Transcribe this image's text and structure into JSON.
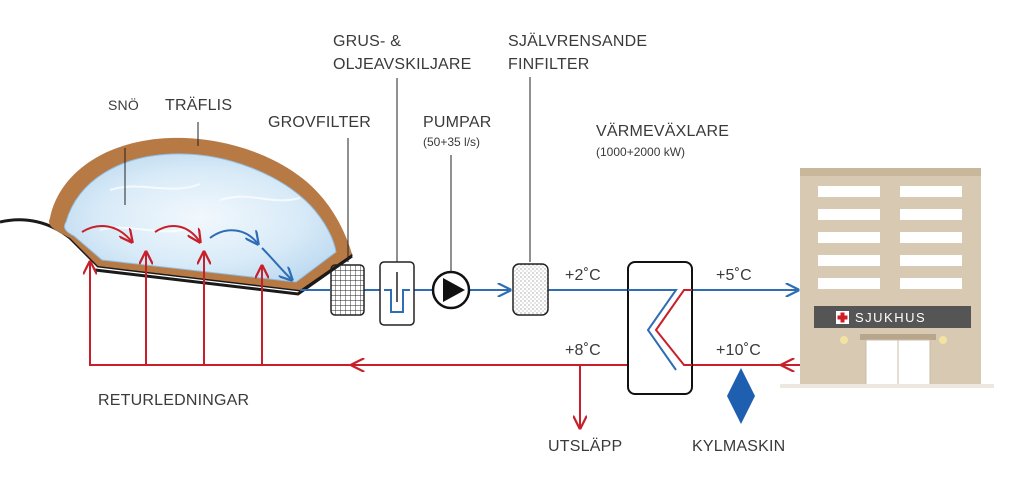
{
  "labels": {
    "sno": "SNÖ",
    "traflis": "TRÄFLIS",
    "grovfilter": "GROVFILTER",
    "grus_line1": "GRUS- &",
    "grus_line2": "OLJEAVSKILJARE",
    "pumpar": "PUMPAR",
    "pumpar_flow": "(50+35 l/s)",
    "sjalvrensande_line1": "SJÄLVRENSANDE",
    "sjalvrensande_line2": "FINFILTER",
    "varmevaxlare": "VÄRMEVÄXLARE",
    "varmevaxlare_power": "(1000+2000 kW)",
    "sjukhus": "SJUKHUS",
    "temp_supply_before": "+2˚C",
    "temp_supply_after": "+5˚C",
    "temp_return_before": "+8˚C",
    "temp_return_after": "+10˚C",
    "returledningar": "RETURLEDNINGAR",
    "utslapp": "UTSLÄPP",
    "kylmaskin": "KYLMASKIN"
  },
  "colors": {
    "supply_line": "#2f6db5",
    "return_line": "#c8202a",
    "snow_fill": "#dcecf8",
    "woodchip": "#b87a45",
    "ground": "#1a1a1a",
    "building": "#d8c9b2",
    "sign_bar": "#555555",
    "kylmaskin_diamond": "#1f5fb0"
  },
  "icons": [
    "grovfilter-grid-icon",
    "oil-separator-icon",
    "pump-icon",
    "fine-filter-icon",
    "heat-exchanger-icon",
    "hospital-cross-icon",
    "chiller-diamond-icon"
  ]
}
